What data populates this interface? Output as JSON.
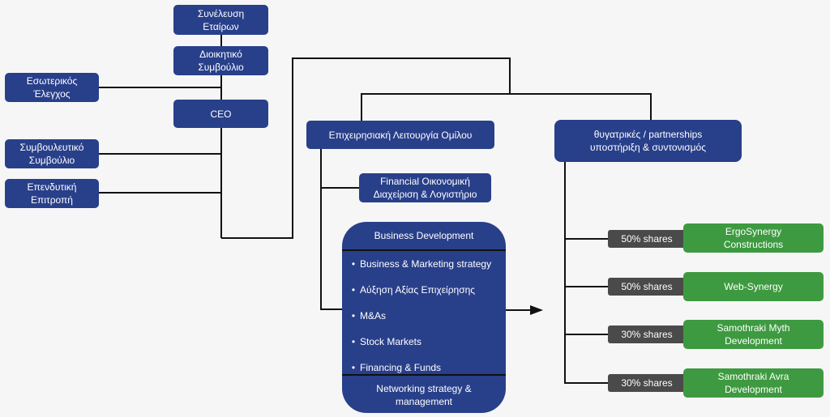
{
  "governance": {
    "shareholders_meeting": "Συνέλευση\nΕταίρων",
    "board_of_directors": "Διοικητικό\nΣυμβούλιο",
    "internal_audit": "Εσωτερικός\nΈλεγχος",
    "ceo": "CEO",
    "advisory_board": "Συμβουλευτικό\nΣυμβούλιο",
    "investment_committee": "Επενδυτική\nΕπιτροπή"
  },
  "operations": {
    "group_operations": "Επιχειρησιακή Λειτουργία Ομίλου",
    "financial": "Financial Οικονομική\nΔιαχείριση & Λογιστήριο",
    "business_development": {
      "title": "Business Development",
      "items": [
        "Business & Marketing strategy",
        "Αύξηση Αξίας Επιχείρησης",
        "M&As",
        "Stock Markets",
        "Financing & Funds"
      ],
      "footer": "Networking strategy &\nmanagement"
    }
  },
  "subsidiaries": {
    "header": "θυγατρικές / partnerships\nυποστήριξη & συντονισμός",
    "companies": [
      {
        "share": "50% shares",
        "name": "ErgoSynergy\nConstructions"
      },
      {
        "share": "50% shares",
        "name": "Web-Synergy"
      },
      {
        "share": "30% shares",
        "name": "Samothraki Myth\nDevelopment"
      },
      {
        "share": "30% shares",
        "name": "Samothraki Avra\nDevelopment"
      }
    ]
  },
  "colors": {
    "box_blue": "#283f8a",
    "company_green": "#3e9a40",
    "share_gray": "#4a4a4a",
    "connector": "#111111"
  }
}
